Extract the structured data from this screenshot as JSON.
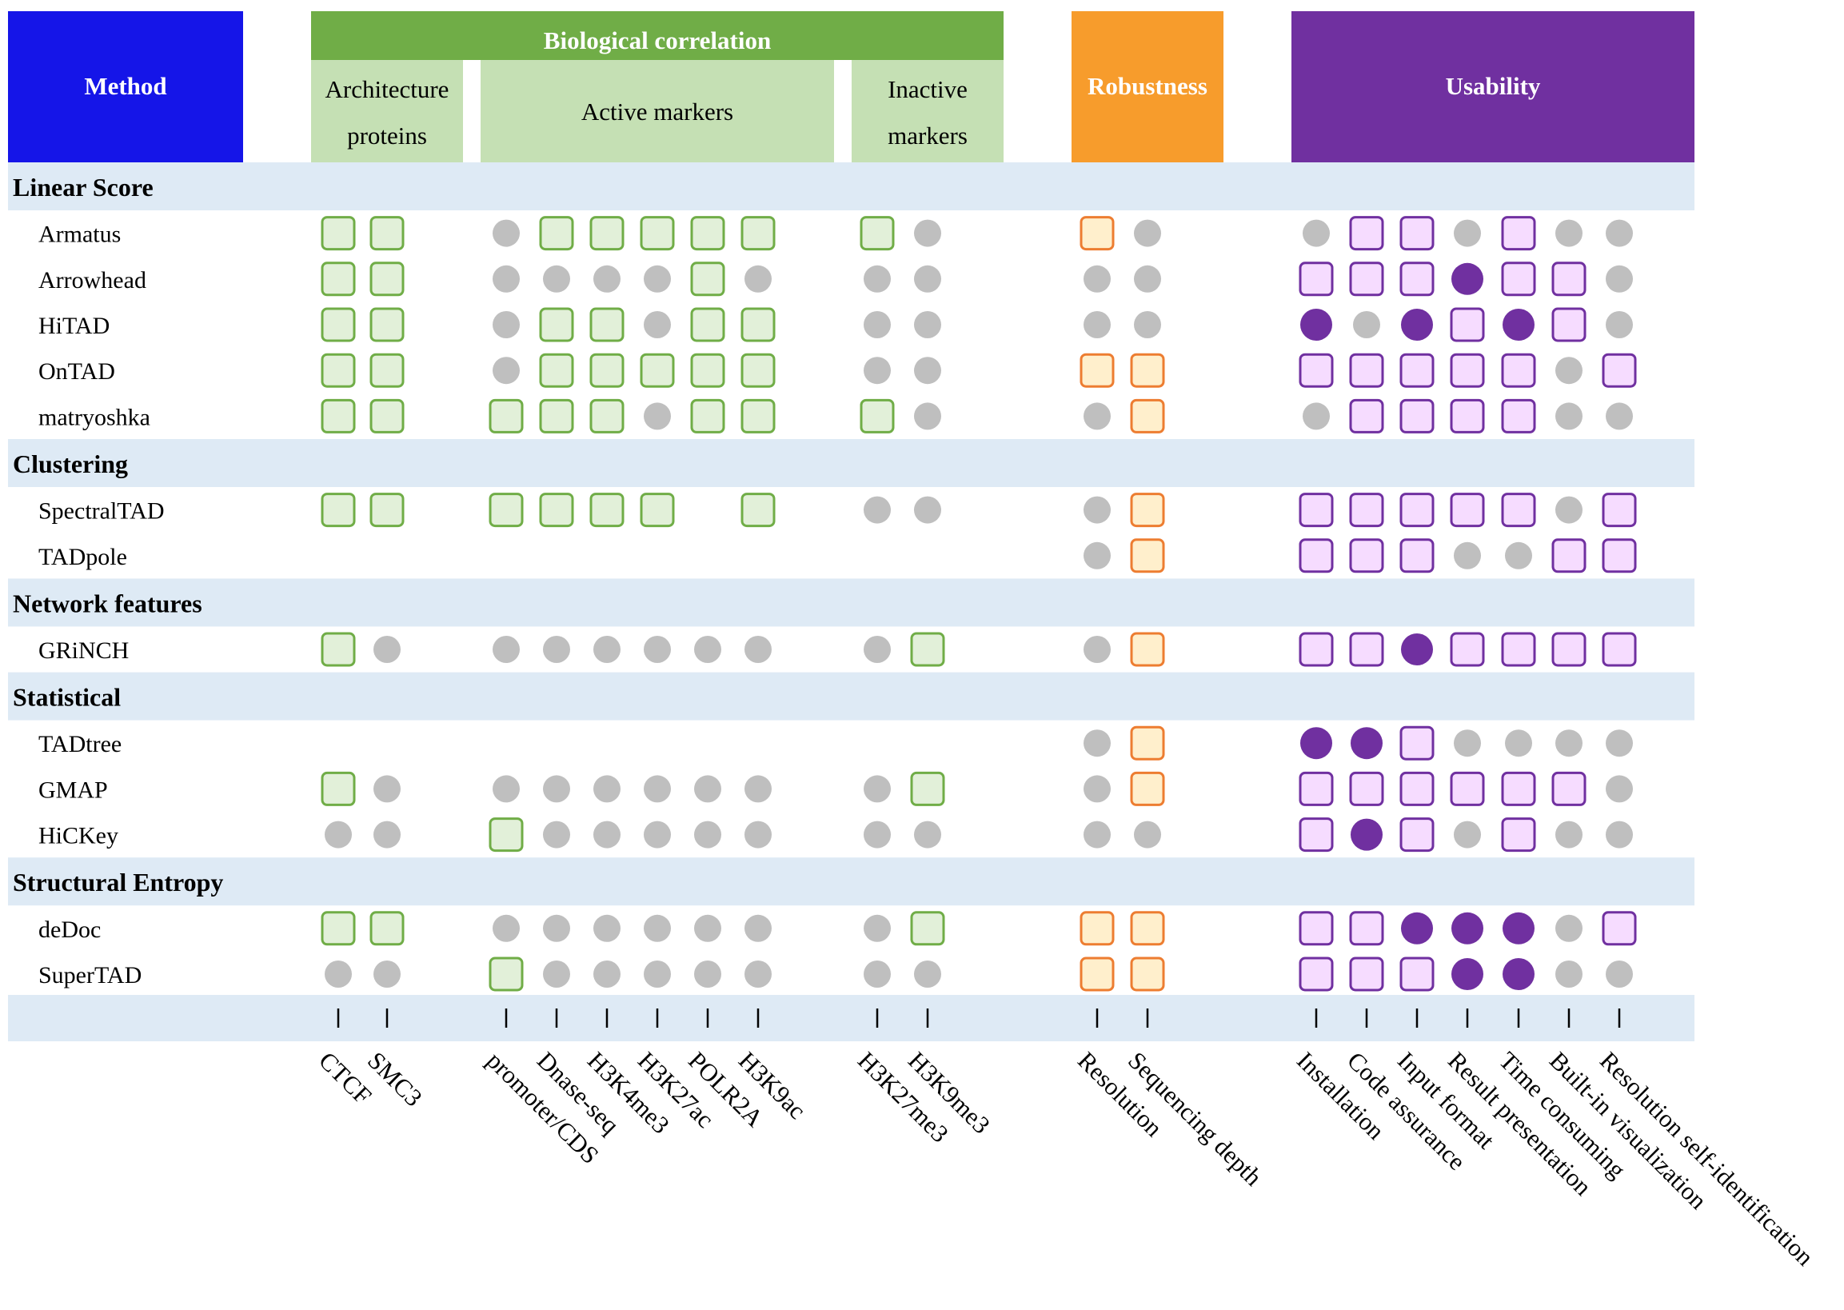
{
  "header": {
    "method": "Method",
    "biological_correlation": "Biological correlation",
    "architecture_proteins": [
      "Architecture",
      "proteins"
    ],
    "active_markers": "Active markers",
    "inactive_markers": [
      "Inactive",
      "markers"
    ],
    "robustness": "Robustness",
    "usability": "Usability"
  },
  "colors": {
    "method_header": "#1515e8",
    "bio_header": "#70ad47",
    "bio_subheader": "#c5e0b4",
    "robustness_header": "#f79c2c",
    "usability_header": "#7030a0",
    "category_band": "#deeaf5",
    "bio_box_fill": "#e2f0d9",
    "bio_box_stroke": "#70ad47",
    "rob_box_fill": "#ffefcc",
    "rob_box_stroke": "#ed7d31",
    "use_box_fill": "#f6dcff",
    "use_box_stroke": "#7030a0",
    "use_dot": "#7030a0",
    "grey_dot": "#bfbfbf"
  },
  "legend": {
    "B": "unfilled green square",
    "R": "unfilled orange square",
    "U": "unfilled purple square",
    "P": "filled purple circle",
    "g": "grey circle",
    "_": "empty"
  },
  "columns": {
    "architecture_proteins": [
      "CTCF",
      "SMC3"
    ],
    "active_markers": [
      "promoter/CDS",
      "Dnase-seq",
      "H3K4me3",
      "H3K27ac",
      "POLR2A",
      "H3K9ac"
    ],
    "inactive_markers": [
      "H3K27me3",
      "H3K9me3"
    ],
    "robustness": [
      "Resolution",
      "Sequencing depth"
    ],
    "usability": [
      "Installation",
      "Code assurance",
      "Input format",
      "Result presentation",
      "Time consuming",
      "Built-in visualization",
      "Resolution self-identification"
    ]
  },
  "groups": [
    {
      "name": "Linear Score",
      "methods": [
        {
          "name": "Armatus",
          "arch": "BB",
          "active": "gBBBBB",
          "inactive": "Bg",
          "robust": "Rg",
          "usab": "gUUgUgg"
        },
        {
          "name": "Arrowhead",
          "arch": "BB",
          "active": "ggggBg",
          "inactive": "gg",
          "robust": "gg",
          "usab": "UUUPUUg"
        },
        {
          "name": "HiTAD",
          "arch": "BB",
          "active": "gBBgBB",
          "inactive": "gg",
          "robust": "gg",
          "usab": "PgPUPUg"
        },
        {
          "name": "OnTAD",
          "arch": "BB",
          "active": "gBBBBB",
          "inactive": "gg",
          "robust": "RR",
          "usab": "UUUUUgU"
        },
        {
          "name": "matryoshka",
          "arch": "BB",
          "active": "BBBgBB",
          "inactive": "Bg",
          "robust": "gR",
          "usab": "gUUUUgg"
        }
      ]
    },
    {
      "name": "Clustering",
      "methods": [
        {
          "name": "SpectralTAD",
          "arch": "BB",
          "active": "BBBB_B",
          "inactive": "gg",
          "robust": "gR",
          "usab": "UUUUUgU"
        },
        {
          "name": "TADpole",
          "arch": "__",
          "active": "______",
          "inactive": "__",
          "robust": "gR",
          "usab": "UUUggUU"
        }
      ]
    },
    {
      "name": "Network features",
      "methods": [
        {
          "name": "GRiNCH",
          "arch": "Bg",
          "active": "gggggg",
          "inactive": "gB",
          "robust": "gR",
          "usab": "UUPUUUU"
        }
      ]
    },
    {
      "name": "Statistical",
      "methods": [
        {
          "name": "TADtree",
          "arch": "__",
          "active": "______",
          "inactive": "__",
          "robust": "gR",
          "usab": "PPUgggg"
        },
        {
          "name": "GMAP",
          "arch": "Bg",
          "active": "gggggg",
          "inactive": "gB",
          "robust": "gR",
          "usab": "UUUUUUg"
        },
        {
          "name": "HiCKey",
          "arch": "gg",
          "active": "Bggggg",
          "inactive": "gg",
          "robust": "gg",
          "usab": "UPUgUgg"
        }
      ]
    },
    {
      "name": "Structural Entropy",
      "methods": [
        {
          "name": "deDoc",
          "arch": "BB",
          "active": "gggggg",
          "inactive": "gB",
          "robust": "RR",
          "usab": "UUPPPgU"
        },
        {
          "name": "SuperTAD",
          "arch": "gg",
          "active": "Bggggg",
          "inactive": "gg",
          "robust": "RR",
          "usab": "UUUPPgg"
        }
      ]
    }
  ]
}
